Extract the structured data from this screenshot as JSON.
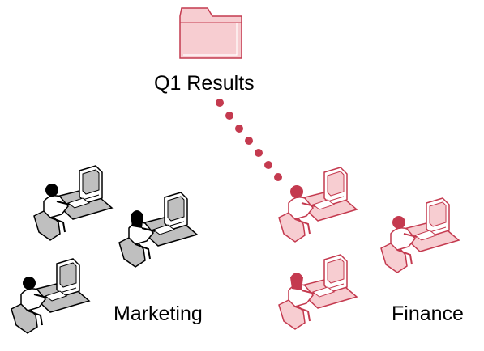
{
  "folder": {
    "label": "Q1 Results",
    "icon": "folder-icon",
    "fill_color": "#f7cdd1",
    "stroke_color": "#c43a4f"
  },
  "connector": {
    "style": "dotted",
    "color": "#c43a4f",
    "from": "folder",
    "to": "finance"
  },
  "groups": [
    {
      "name": "Marketing",
      "color": "#000000",
      "accent": "#cccccc",
      "workstations": [
        "workstation-male-1",
        "workstation-female",
        "workstation-male-2"
      ]
    },
    {
      "name": "Finance",
      "color": "#c43a4f",
      "accent": "#f7cdd1",
      "workstations": [
        "workstation-male-1",
        "workstation-male-2",
        "workstation-female"
      ]
    }
  ]
}
